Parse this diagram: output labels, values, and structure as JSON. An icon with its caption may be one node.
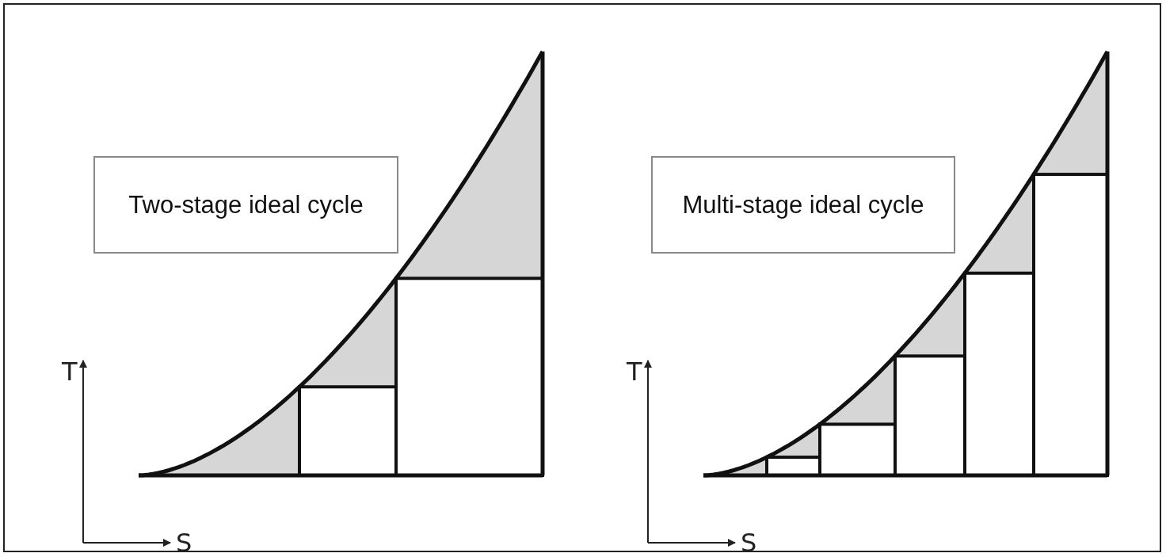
{
  "diagram": {
    "nodes": [
      {
        "text": [
          "Two-stage ideal cycle"
        ]
      },
      {
        "text": [
          "Multi-stage ideal cycle"
        ]
      }
    ],
    "labels": [
      "T",
      "S",
      "T",
      "S"
    ]
  }
}
